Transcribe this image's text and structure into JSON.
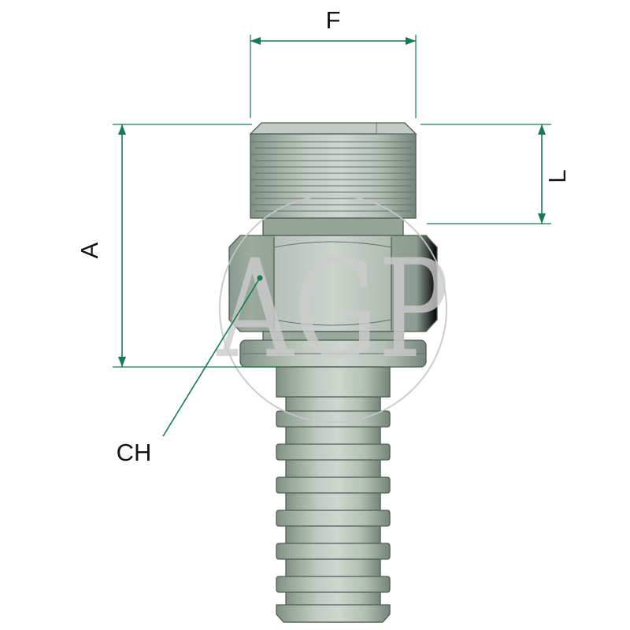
{
  "diagram": {
    "watermark": "AGP",
    "dimensions": {
      "f_label": "F",
      "a_label": "A",
      "l_label": "L",
      "ch_label": "CH"
    },
    "colors": {
      "dimension_line": "#177a52",
      "label_text": "#151515",
      "body_base": "#a9b6ab",
      "body_highlight": "#cfd7cf",
      "body_shadow": "#7f9084",
      "body_outline": "#4f5e54",
      "watermark_gray": "#cccccc",
      "background": "#ffffff"
    }
  }
}
